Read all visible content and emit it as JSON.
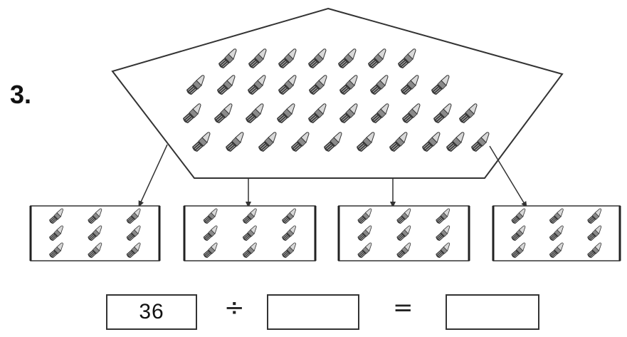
{
  "question": {
    "number": "3."
  },
  "main_group": {
    "icon": "paintbrush-icon",
    "count": 36
  },
  "groups": [
    {
      "icon": "paintbrush-icon",
      "count": 9
    },
    {
      "icon": "paintbrush-icon",
      "count": 9
    },
    {
      "icon": "paintbrush-icon",
      "count": 9
    },
    {
      "icon": "paintbrush-icon",
      "count": 9
    }
  ],
  "equation": {
    "dividend": "36",
    "divide_symbol": "÷",
    "divisor": "",
    "equals_symbol": "=",
    "quotient": ""
  },
  "colors": {
    "ink": "#333333",
    "brush_dark": "#3a3a3a",
    "brush_light": "#9a9a9a"
  }
}
